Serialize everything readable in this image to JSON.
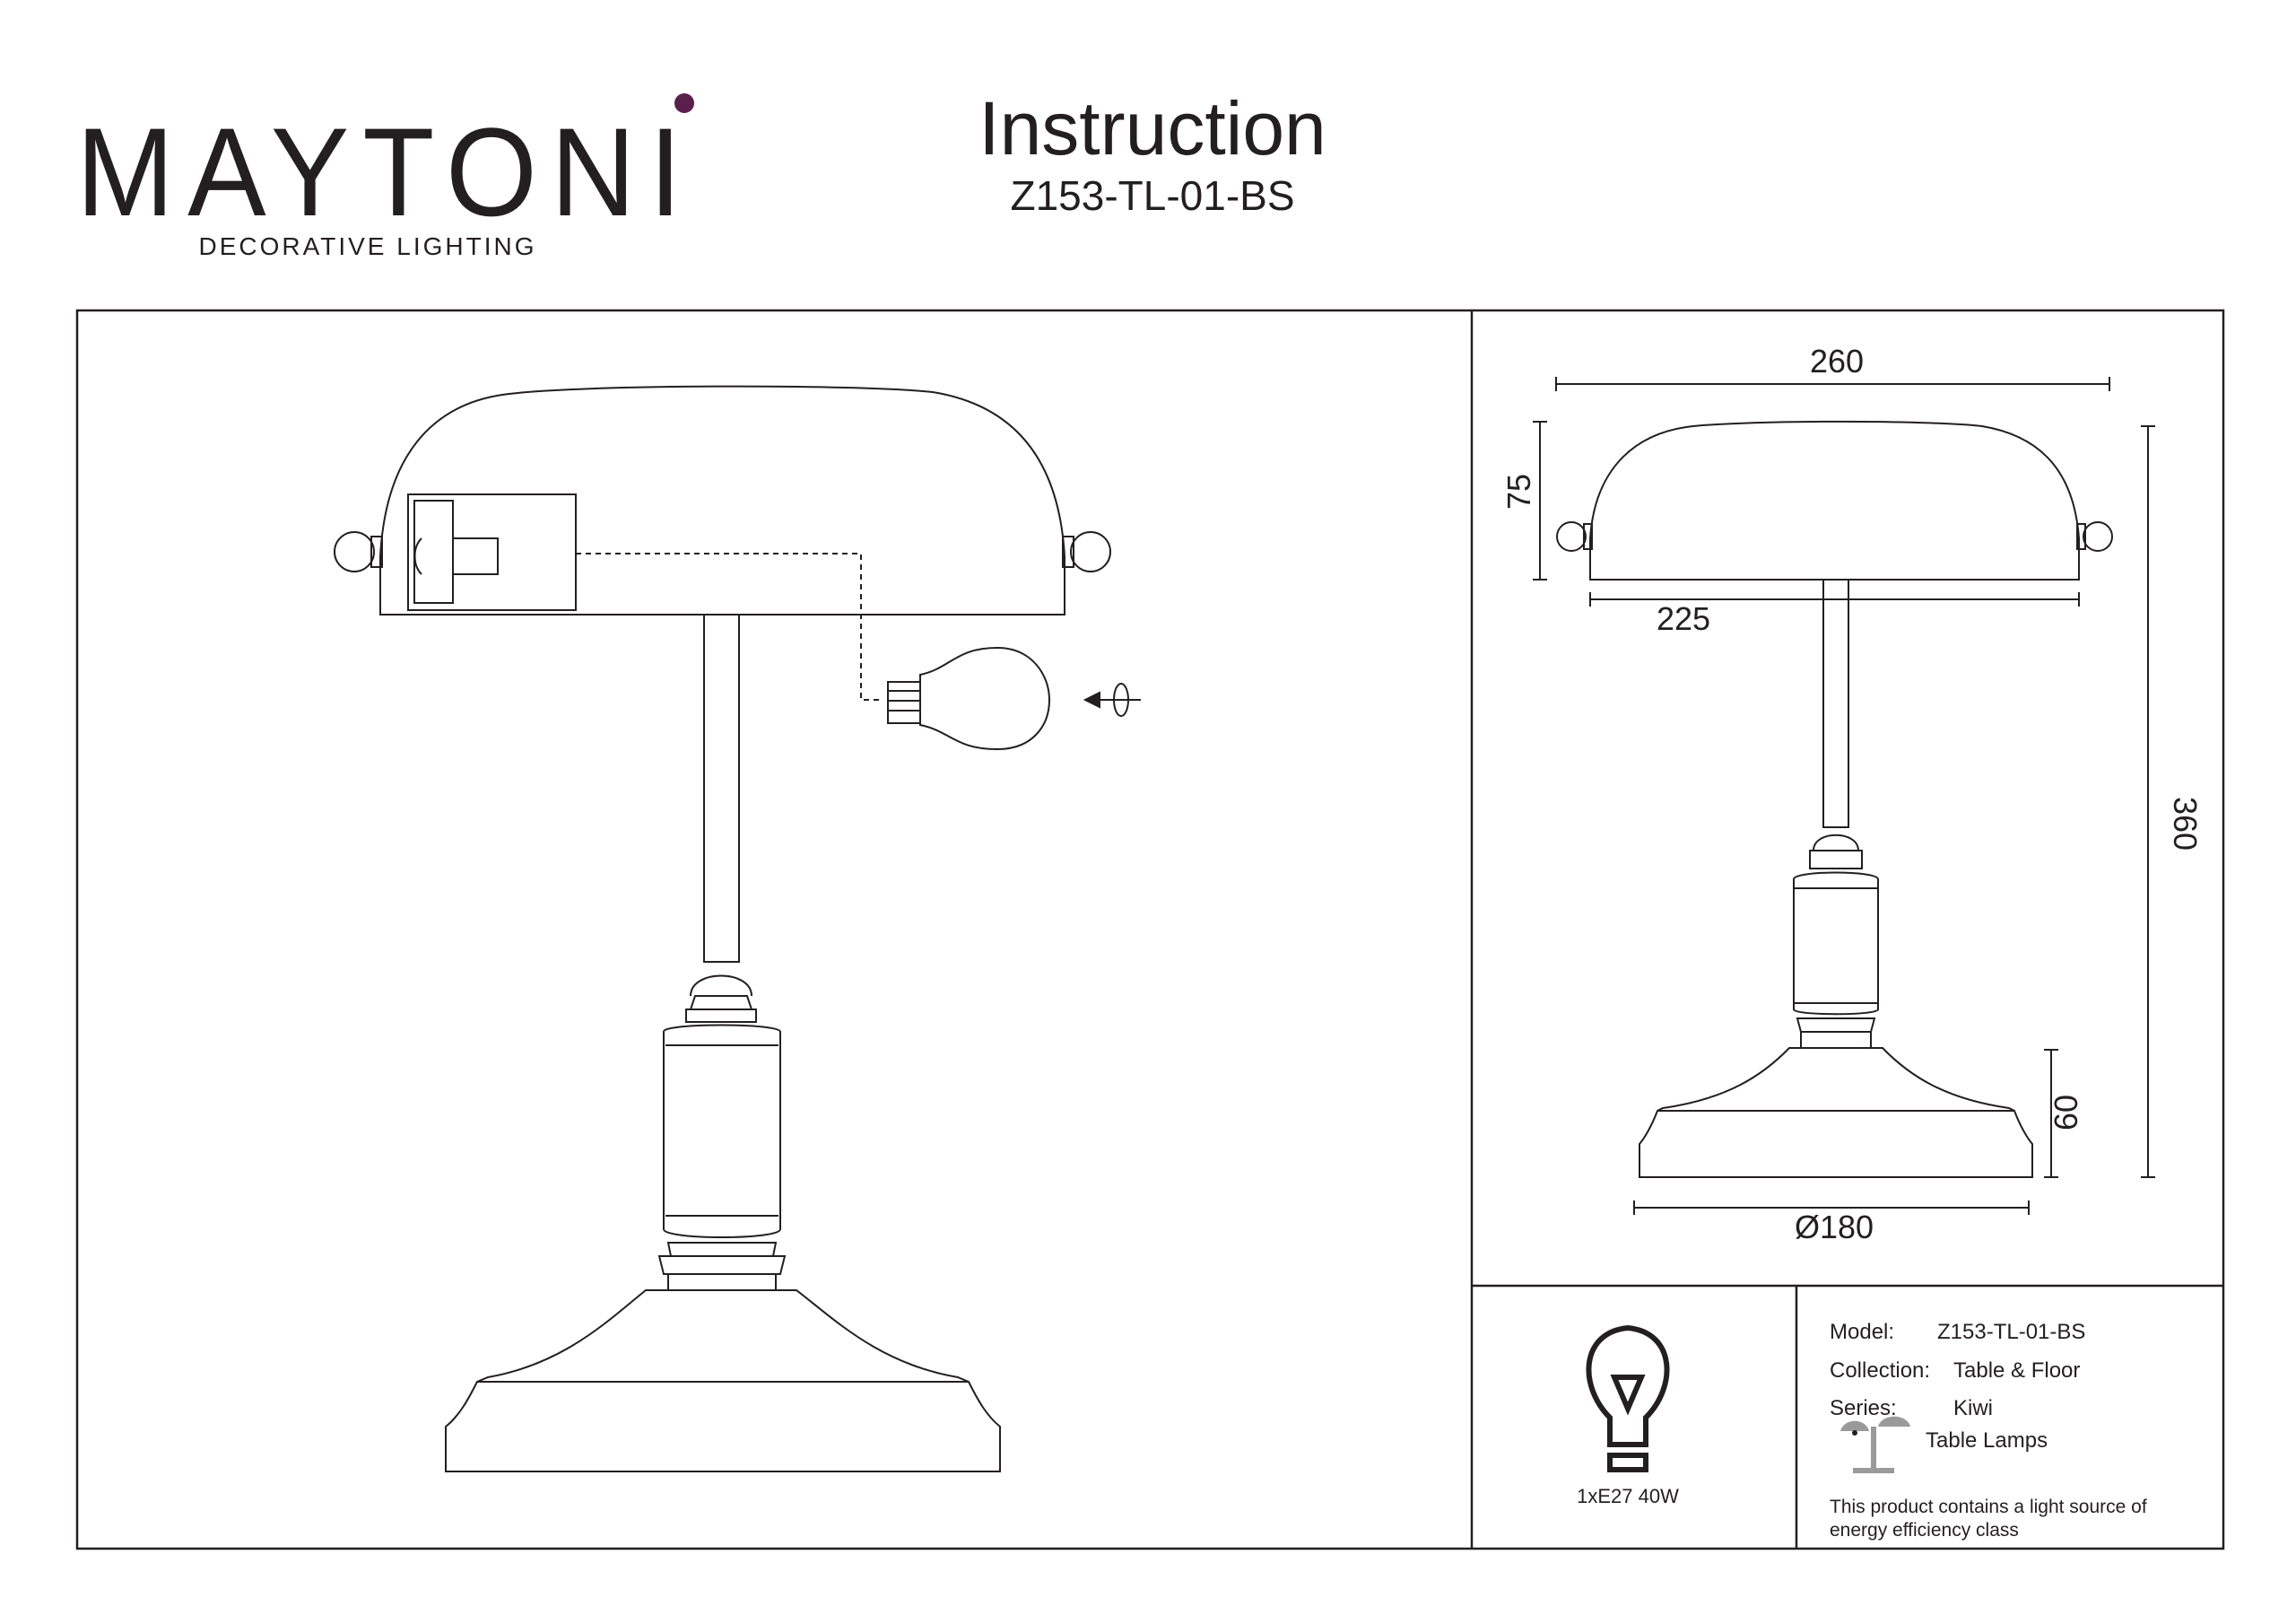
{
  "header": {
    "brand_name": "MAYTONI",
    "brand_tagline": "DECORATIVE LIGHTING",
    "title": "Instruction",
    "model_code": "Z153-TL-01-BS"
  },
  "dimensions": {
    "shade_width": "260",
    "shade_height": "75",
    "shade_inner_width": "225",
    "total_height": "360",
    "base_height": "60",
    "base_diameter": "Ø180"
  },
  "bulb_spec": {
    "label": "1xE27 40W"
  },
  "specs": {
    "model_label": "Model:",
    "model_value": "Z153-TL-01-BS",
    "collection_label": "Collection:",
    "collection_value": "Table & Floor",
    "series_label": "Series:",
    "series_value": "Kiwi",
    "category_value": "Table Lamps",
    "energy_note_line1": "This product contains a light source of",
    "energy_note_line2": "energy efficiency class"
  },
  "colors": {
    "ink": "#231f20",
    "brand_dot": "#5b1f4e",
    "category_icon": "#9a9a9a"
  },
  "icons": {
    "bulb": "lightbulb-icon",
    "rotate": "rotate-arrow-icon",
    "category": "table-lamp-category-icon"
  }
}
